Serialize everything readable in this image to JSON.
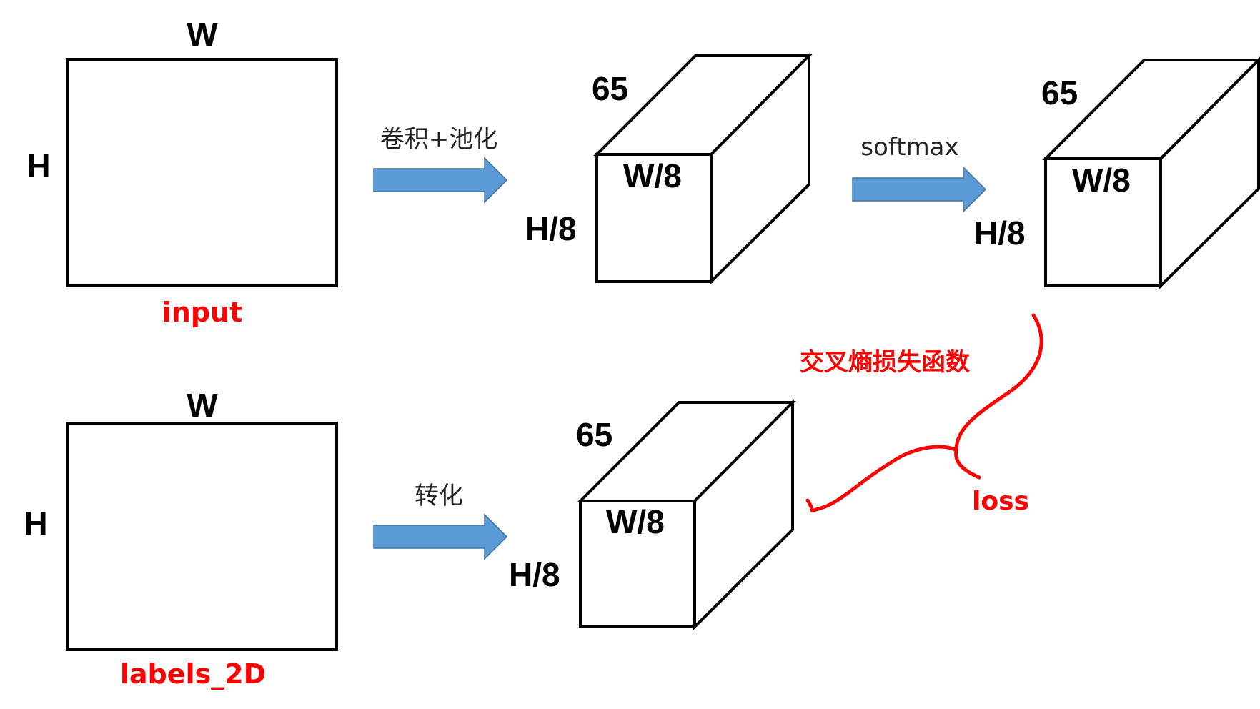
{
  "input_block": {
    "width_label": "W",
    "height_label": "H",
    "caption": "input"
  },
  "labels_block": {
    "width_label": "W",
    "height_label": "H",
    "caption": "labels_2D"
  },
  "arrows": {
    "conv_pool": "卷积+池化",
    "softmax": "softmax",
    "convert": "转化"
  },
  "cubes": {
    "conv_output": {
      "depth": "65",
      "width": "W/8",
      "height": "H/8"
    },
    "softmax_output": {
      "depth": "65",
      "width": "W/8",
      "height": "H/8"
    },
    "label_output": {
      "depth": "65",
      "width": "W/8",
      "height": "H/8"
    }
  },
  "loss": {
    "title": "交叉熵损失函数",
    "label": "loss"
  },
  "colors": {
    "arrow_fill": "#5b9bd5",
    "arrow_stroke": "#41719c",
    "highlight": "#ff0000",
    "outline": "#000000"
  }
}
